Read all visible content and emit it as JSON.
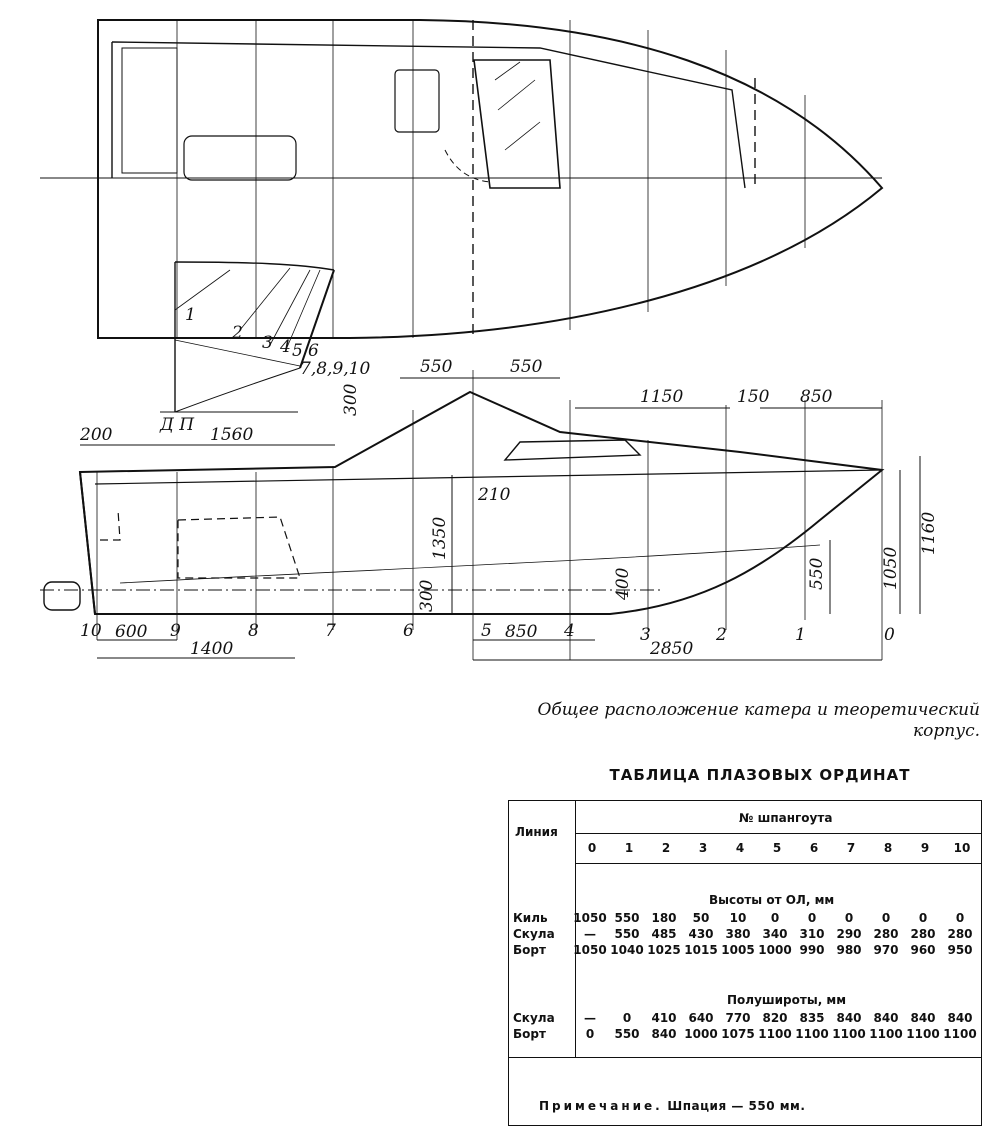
{
  "drawing": {
    "dimensions": {
      "d550a": "550",
      "d550b": "550",
      "d300top": "300",
      "d1150": "1150",
      "d150": "150",
      "d850top": "850",
      "d200": "200",
      "d1560": "1560",
      "d210": "210",
      "d1350": "1350",
      "d300b": "300",
      "d400": "400",
      "d550c": "550",
      "d1050": "1050",
      "d1160": "1160",
      "d600": "600",
      "d1400": "1400",
      "d850b": "850",
      "d2850": "2850"
    },
    "stations": [
      "10",
      "9",
      "8",
      "7",
      "6",
      "5",
      "4",
      "3",
      "2",
      "1",
      "0"
    ],
    "body_plan": {
      "labels": [
        "1",
        "2",
        "3",
        "4",
        "5",
        "6",
        "7,8,9,10"
      ],
      "dp": "Д П"
    }
  },
  "caption": "Общее расположение катера и теоретический корпус.",
  "table": {
    "title": "ТАБЛИЦА ПЛАЗОВЫХ ОРДИНАТ",
    "line_header": "Линия",
    "frame_header": "№ шпангоута",
    "frames": [
      "0",
      "1",
      "2",
      "3",
      "4",
      "5",
      "6",
      "7",
      "8",
      "9",
      "10"
    ],
    "heights_title": "Высоты от ОЛ, мм",
    "heights": [
      {
        "name": "Киль",
        "values": [
          "1050",
          "550",
          "180",
          "50",
          "10",
          "0",
          "0",
          "0",
          "0",
          "0",
          "0"
        ]
      },
      {
        "name": "Скула",
        "values": [
          "—",
          "550",
          "485",
          "430",
          "380",
          "340",
          "310",
          "290",
          "280",
          "280",
          "280"
        ]
      },
      {
        "name": "Борт",
        "values": [
          "1050",
          "1040",
          "1025",
          "1015",
          "1005",
          "1000",
          "990",
          "980",
          "970",
          "960",
          "950"
        ]
      }
    ],
    "halfbreadths_title": "Полушироты, мм",
    "halfbreadths": [
      {
        "name": "Скула",
        "values": [
          "—",
          "0",
          "410",
          "640",
          "770",
          "820",
          "835",
          "840",
          "840",
          "840",
          "840"
        ]
      },
      {
        "name": "Борт",
        "values": [
          "0",
          "550",
          "840",
          "1000",
          "1075",
          "1100",
          "1100",
          "1100",
          "1100",
          "1100",
          "1100"
        ]
      }
    ],
    "note_label": "Примечание.",
    "note_text": "Шпация — 550 мм."
  }
}
